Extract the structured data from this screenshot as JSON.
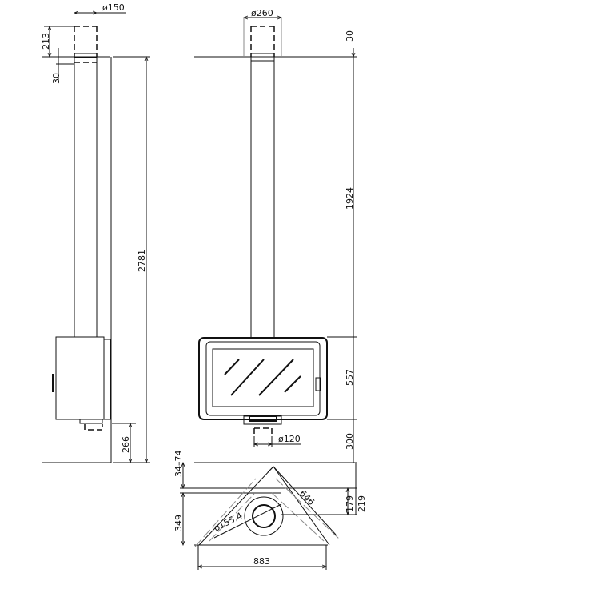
{
  "side_view": {
    "flue_diameter": "ø150",
    "top_height": "213",
    "collar_height": "30",
    "total_height": "2781",
    "floor_clearance": "266"
  },
  "front_view": {
    "flue_diameter": "ø260",
    "top_collar": "30",
    "flue_length": "1924",
    "stove_height": "557",
    "floor_clearance": "300",
    "outlet_diameter": "ø120"
  },
  "top_view": {
    "wall_gap": "34–74",
    "depth": "349",
    "side_length": "646",
    "offset_a": "179",
    "offset_b": "219",
    "flue_diameter": "ø155,4",
    "width": "883"
  }
}
